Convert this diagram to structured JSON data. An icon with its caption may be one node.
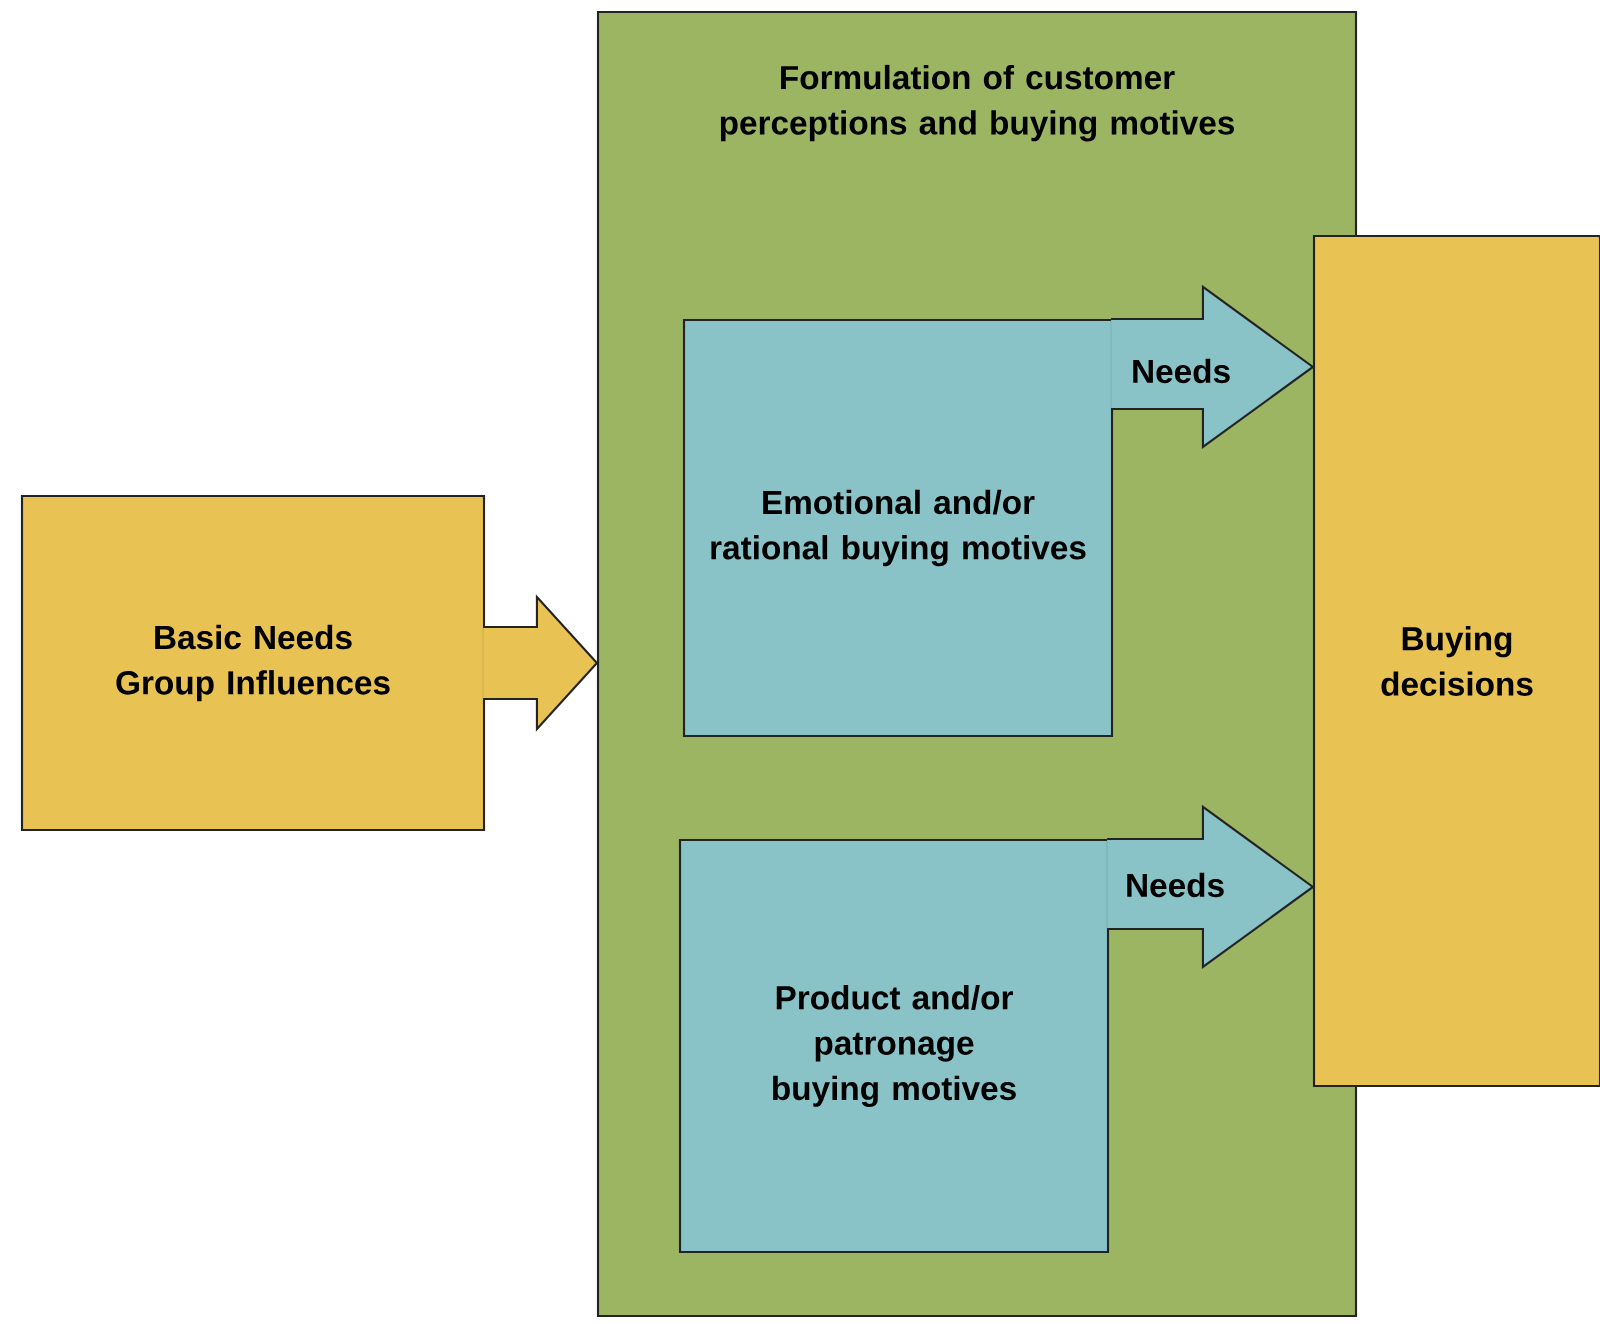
{
  "diagram": {
    "nodes": [
      {
        "text": [
          "Basic Needs Group Influences"
        ]
      },
      {
        "text": [
          "Formulation of customer perceptions and buying motives"
        ]
      },
      {
        "text": [
          "Emotional and/or rational buying motives"
        ],
        "in": 1
      },
      {
        "text": [
          "Product and/or patronage buying motives"
        ],
        "in": 1
      },
      {
        "text": [
          "Buying decisions"
        ]
      }
    ],
    "edges": [
      {
        "from": 0,
        "to": 1,
        "arrow": "to"
      },
      {
        "from": 2,
        "to": 4,
        "arrow": "to",
        "label": "Needs"
      },
      {
        "from": 3,
        "to": 4,
        "arrow": "to",
        "label": "Needs"
      }
    ]
  }
}
